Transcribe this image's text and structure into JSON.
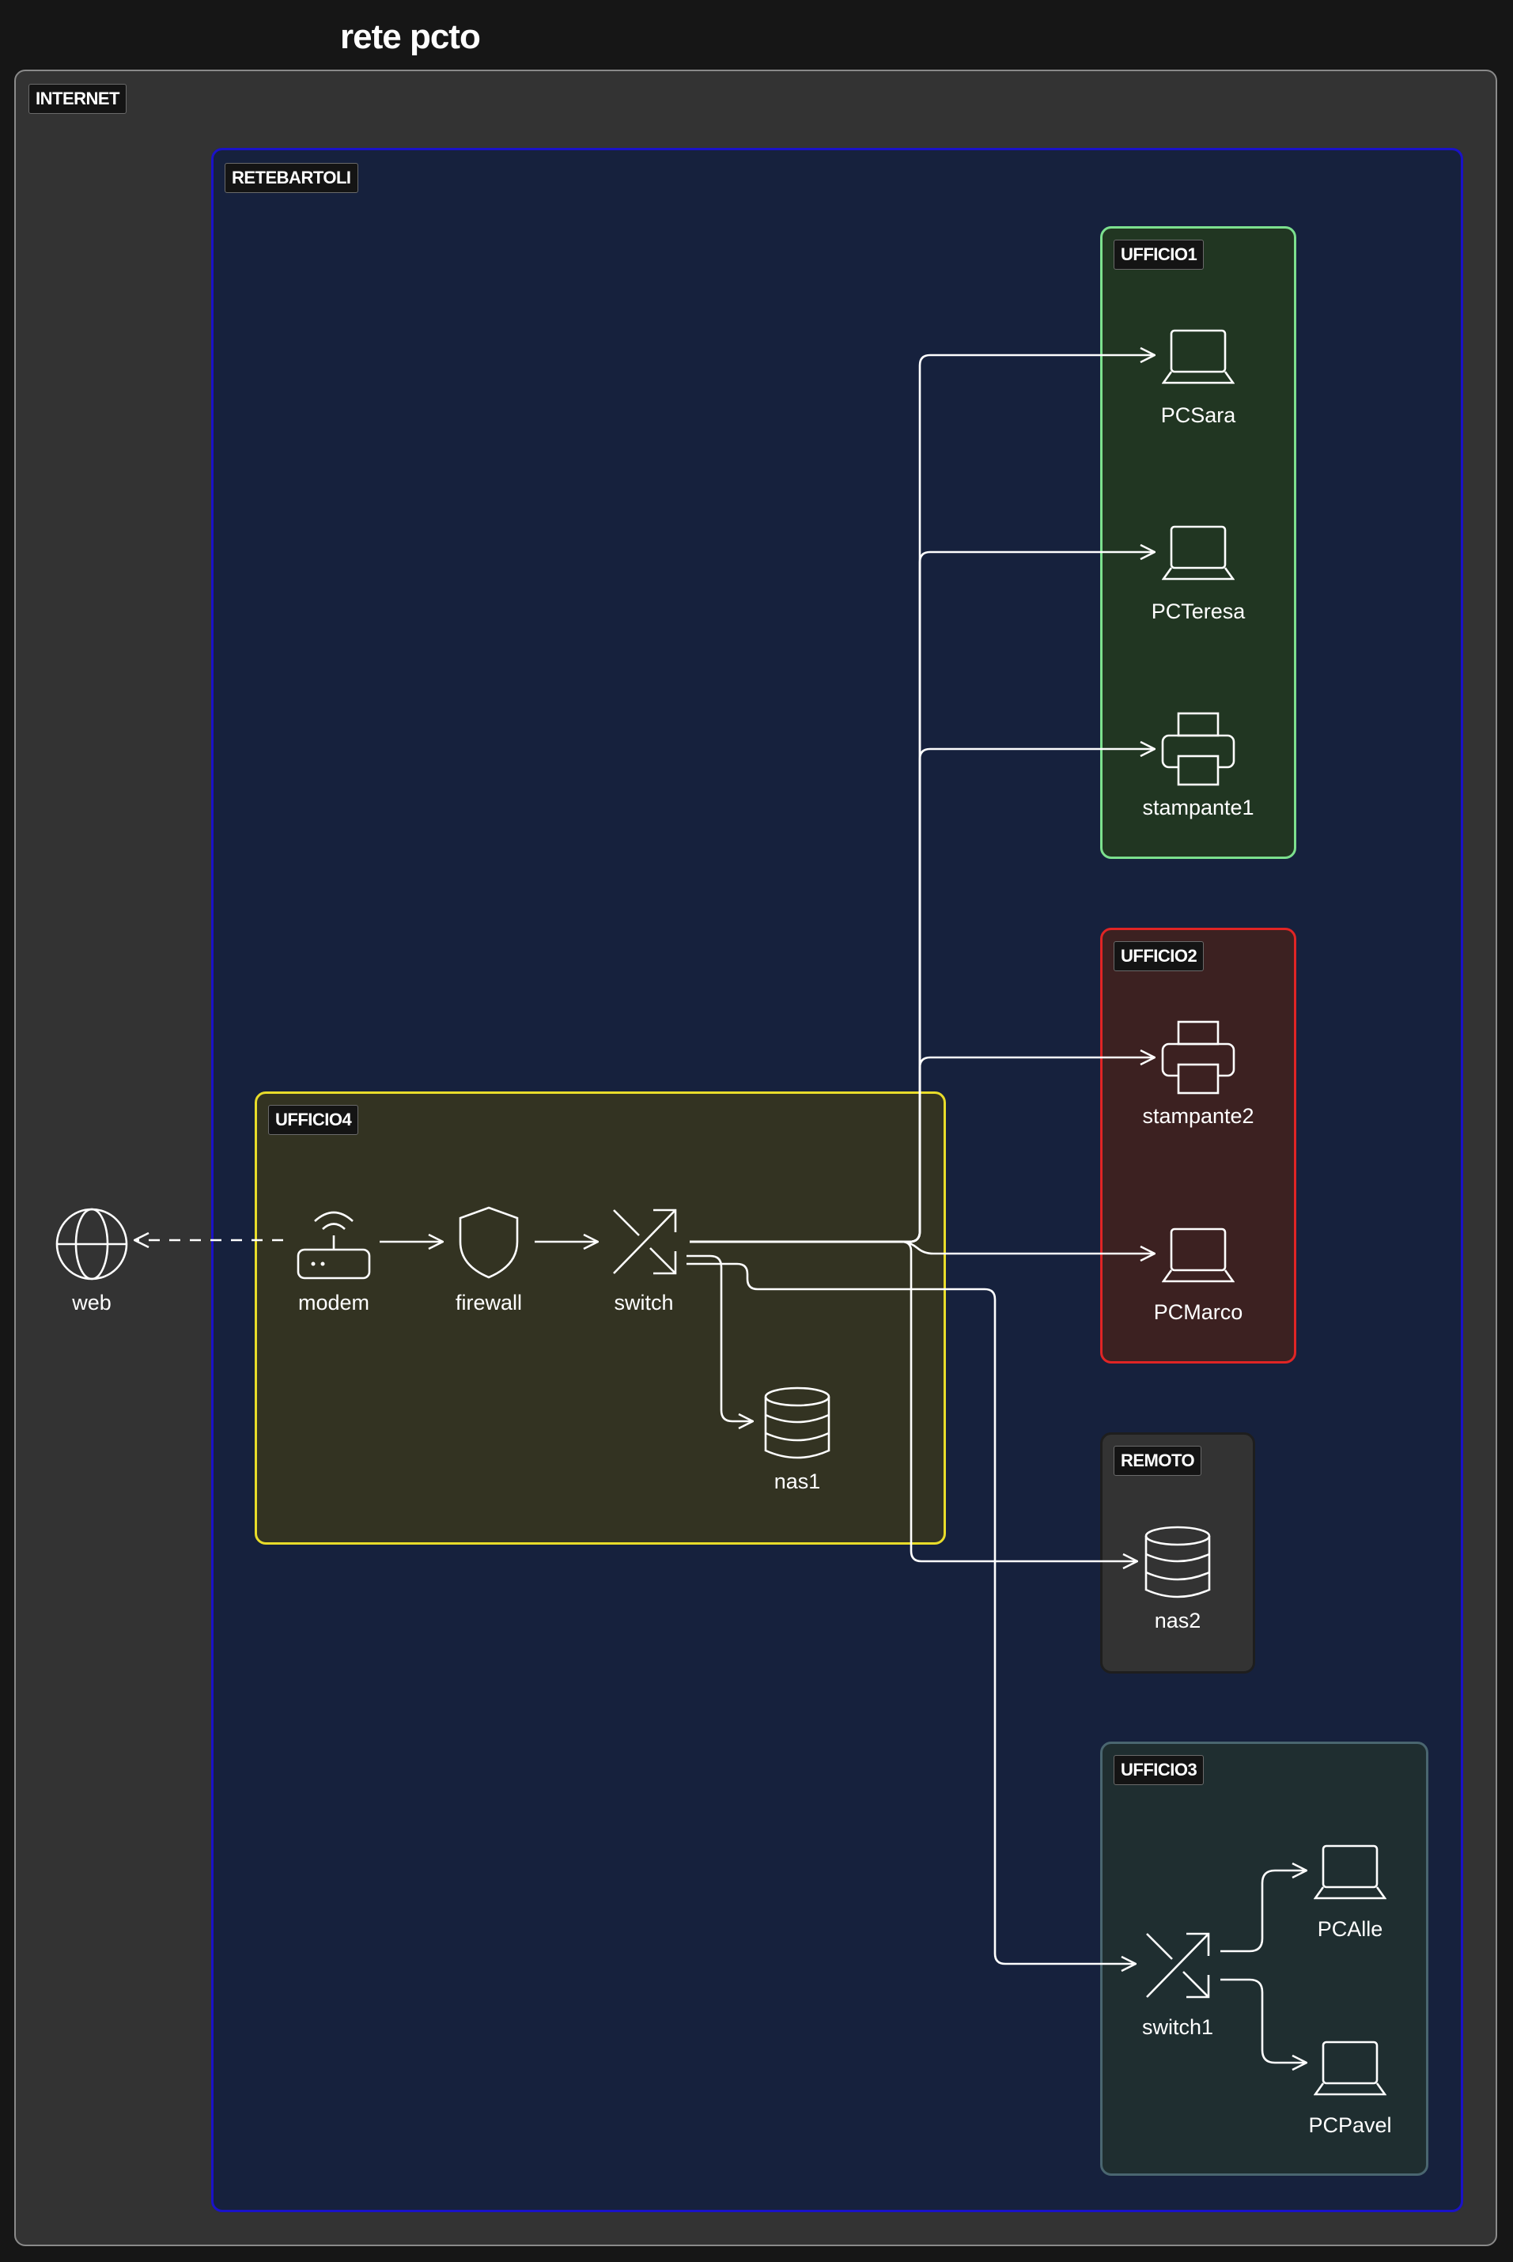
{
  "title": "rete pcto",
  "groups": {
    "internet": "INTERNET",
    "retebartoli": "RETEBARTOLI",
    "ufficio1": "UFFICIO1",
    "ufficio2": "UFFICIO2",
    "remoto": "REMOTO",
    "ufficio3": "UFFICIO3",
    "ufficio4": "UFFICIO4"
  },
  "nodes": {
    "web": "web",
    "modem": "modem",
    "firewall": "firewall",
    "switch": "switch",
    "nas1": "nas1",
    "pcsara": "PCSara",
    "pcteresa": "PCTeresa",
    "stampante1": "stampante1",
    "stampante2": "stampante2",
    "pcmarco": "PCMarco",
    "nas2": "nas2",
    "switch1": "switch1",
    "pcalle": "PCAlle",
    "pcpavel": "PCPavel"
  },
  "icons": {
    "web": "globe-icon",
    "modem": "router-icon",
    "firewall": "shield-icon",
    "switch": "switch-icon",
    "nas": "database-icon",
    "pc": "laptop-icon",
    "printer": "printer-icon"
  },
  "colors": {
    "background": "#161616",
    "internet_fill": "#333333",
    "retebartoli_border": "#1a12c8",
    "ufficio1_border": "#7ce08e",
    "ufficio2_border": "#e02525",
    "ufficio3_border": "#4a6670",
    "ufficio4_border": "#e8dc2a",
    "edge": "#ffffff"
  }
}
